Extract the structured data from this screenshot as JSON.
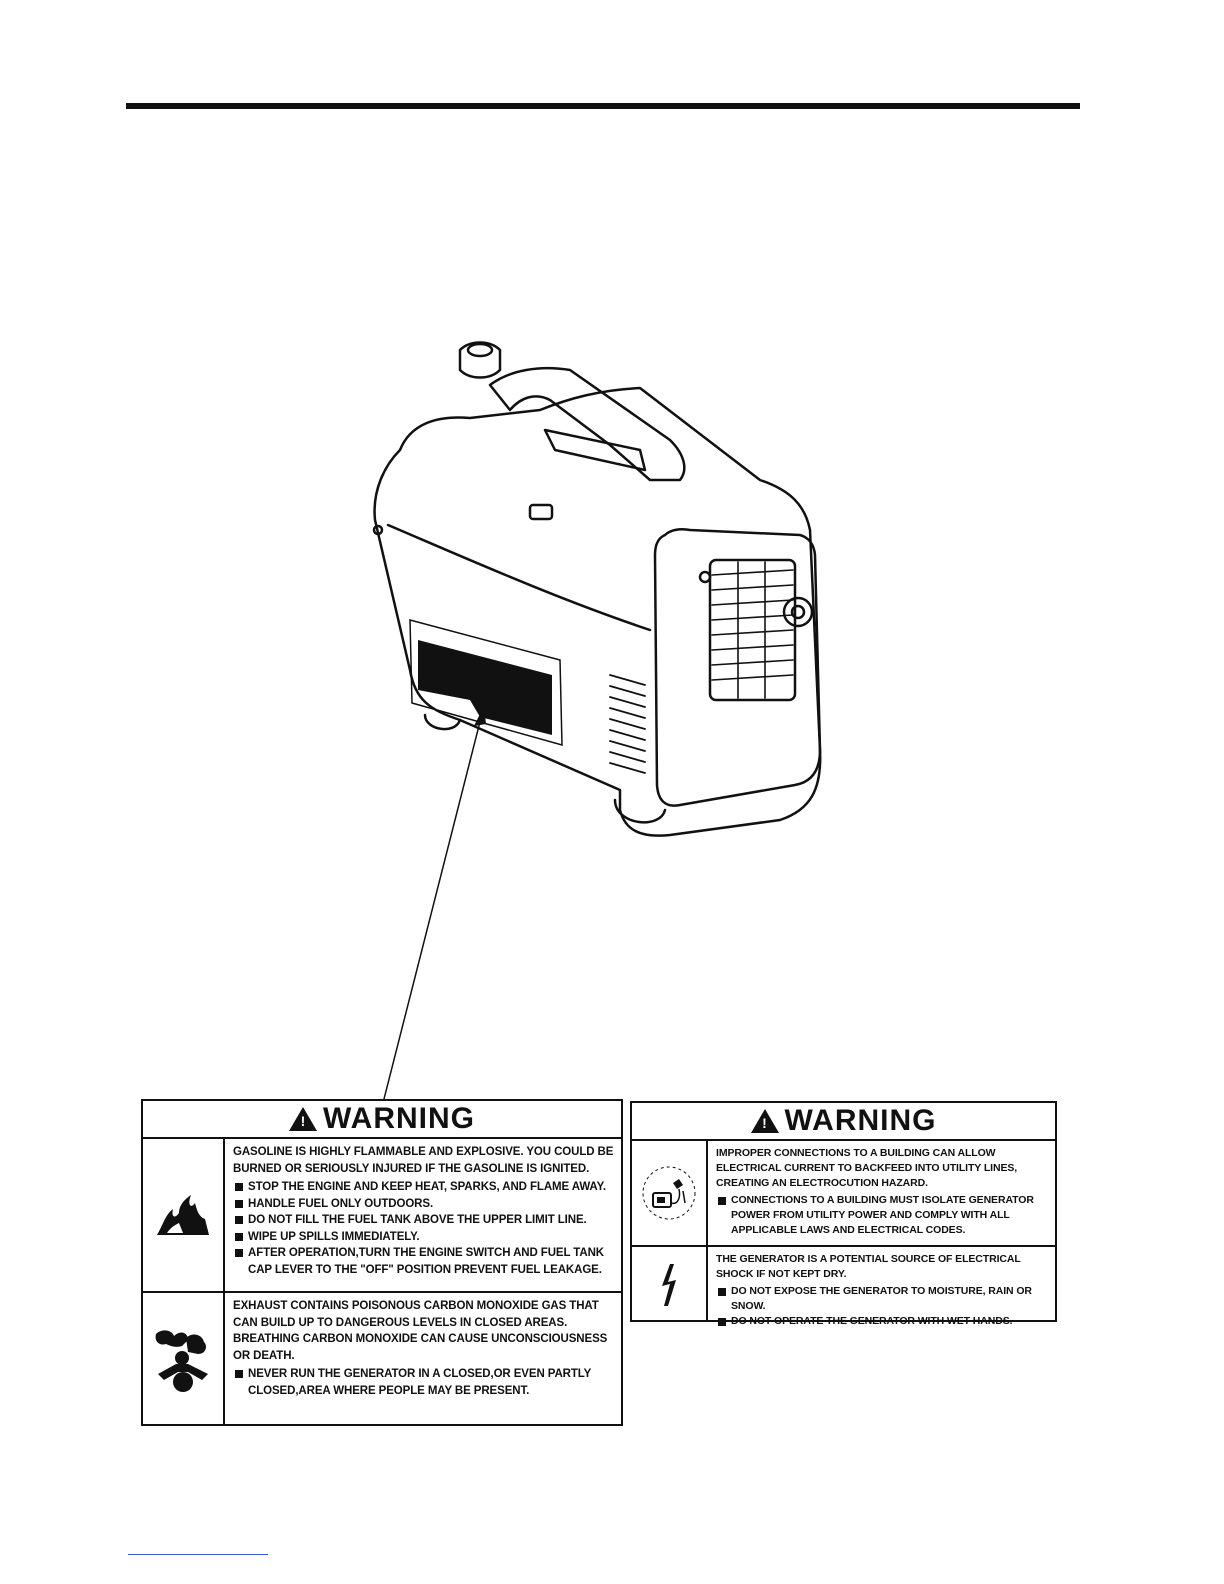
{
  "labels": [
    {
      "title": "WARNING",
      "sections": [
        {
          "icon": "fire-icon",
          "lead": "GASOLINE IS HIGHLY FLAMMABLE AND EXPLOSIVE. YOU COULD BE BURNED OR SERIOUSLY INJURED IF THE GASOLINE IS IGNITED.",
          "bullets": [
            "STOP THE ENGINE AND KEEP HEAT, SPARKS, AND FLAME AWAY.",
            "HANDLE FUEL ONLY OUTDOORS.",
            "DO NOT FILL THE FUEL TANK ABOVE THE UPPER LIMIT LINE.",
            "WIPE UP SPILLS IMMEDIATELY.",
            "AFTER OPERATION,TURN THE ENGINE SWITCH AND FUEL TANK CAP LEVER TO THE \"OFF\" POSITION PREVENT FUEL LEAKAGE."
          ]
        },
        {
          "icon": "exhaust-gas-icon",
          "lead": "EXHAUST CONTAINS POISONOUS CARBON MONOXIDE GAS THAT CAN BUILD UP TO DANGEROUS LEVELS IN CLOSED AREAS. BREATHING CARBON MONOXIDE CAN CAUSE UNCONSCIOUSNESS OR DEATH.",
          "bullets": [
            "NEVER RUN THE GENERATOR IN A CLOSED,OR  EVEN PARTLY CLOSED,AREA WHERE PEOPLE MAY BE PRESENT."
          ]
        }
      ]
    },
    {
      "title": "WARNING",
      "sections": [
        {
          "icon": "backfeed-icon",
          "lead": "IMPROPER CONNECTIONS TO A BUILDING CAN ALLOW ELECTRICAL CURRENT TO BACKFEED INTO UTILITY LINES, CREATING AN ELECTROCUTION HAZARD.",
          "bullets": [
            "CONNECTIONS TO A BUILDING MUST ISOLATE GENERATOR POWER FROM UTILITY POWER AND COMPLY WITH ALL APPLICABLE LAWS AND ELECTRICAL CODES."
          ]
        },
        {
          "icon": "electric-shock-icon",
          "lead": "THE GENERATOR IS A POTENTIAL SOURCE OF ELECTRICAL SHOCK IF NOT KEPT DRY.",
          "bullets": [
            "DO NOT EXPOSE THE GENERATOR TO MOISTURE, RAIN OR SNOW.",
            "DO NOT OPERATE THE GENERATOR WITH WET HANDS."
          ]
        }
      ]
    }
  ]
}
